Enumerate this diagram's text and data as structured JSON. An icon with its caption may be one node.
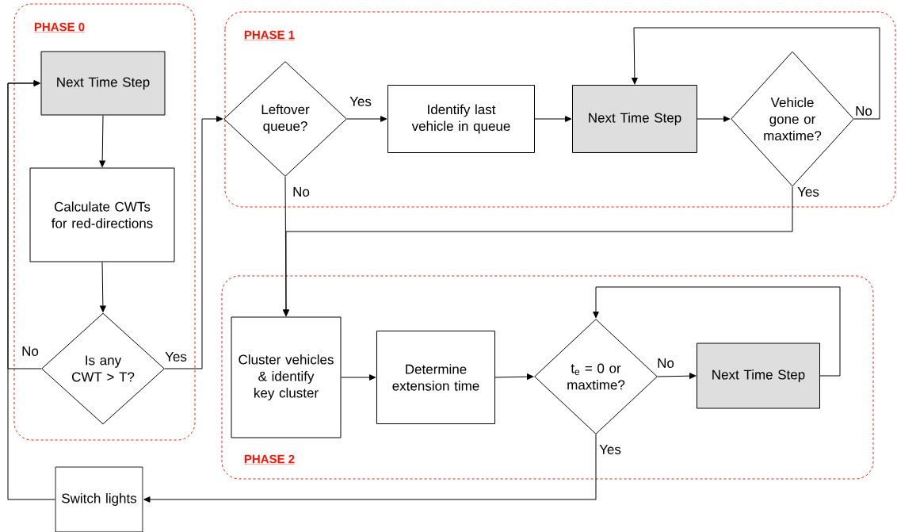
{
  "diagram": {
    "nodes": [
      {
        "text": [
          "PHASE 0"
        ]
      },
      {
        "text": [
          "Next Time Step"
        ],
        "in": 0
      },
      {
        "text": [
          "Calculate CWTs for red-directions"
        ],
        "in": 0
      },
      {
        "text": [
          "Is any CWT > T?"
        ],
        "in": 0
      },
      {
        "text": [
          "PHASE 1"
        ]
      },
      {
        "text": [
          "Leftover queue?"
        ],
        "in": 4
      },
      {
        "text": [
          "Identify last vehicle in queue"
        ],
        "in": 4
      },
      {
        "text": [
          "Next Time Step"
        ],
        "in": 4
      },
      {
        "text": [
          "Vehicle gone or maxtime?"
        ],
        "in": 4
      },
      {
        "text": [
          "PHASE 2"
        ]
      },
      {
        "text": [
          "Cluster vehicles & identify key cluster"
        ],
        "in": 9
      },
      {
        "text": [
          "Determine extension time"
        ],
        "in": 9
      },
      {
        "text": [
          "t$_{e}$ = 0 or maxtime?"
        ],
        "in": 9
      },
      {
        "text": [
          "Next Time Step"
        ],
        "in": 9
      },
      {
        "text": [
          "Switch lights"
        ]
      }
    ],
    "edges": [
      {
        "from": 1,
        "to": 2,
        "arrow": "to"
      },
      {
        "from": 2,
        "to": 3,
        "arrow": "to"
      },
      {
        "from": 3,
        "to": 5,
        "arrow": "to",
        "label": "Yes"
      },
      {
        "from": 3,
        "to": 1,
        "arrow": "to",
        "label": "No"
      },
      {
        "from": 5,
        "to": 6,
        "arrow": "to",
        "label": "Yes"
      },
      {
        "from": 6,
        "to": 7,
        "arrow": "to"
      },
      {
        "from": 7,
        "to": 8,
        "arrow": "to"
      },
      {
        "from": 8,
        "to": 7,
        "arrow": "to",
        "label": "No"
      },
      {
        "from": 5,
        "to": 10,
        "arrow": "to",
        "label": "No"
      },
      {
        "from": 8,
        "to": 10,
        "arrow": "to",
        "label": "Yes"
      },
      {
        "from": 10,
        "to": 11,
        "arrow": "to"
      },
      {
        "from": 11,
        "to": 12,
        "arrow": "to"
      },
      {
        "from": 12,
        "to": 13,
        "arrow": "to",
        "label": "No"
      },
      {
        "from": 13,
        "to": 12,
        "arrow": "to"
      },
      {
        "from": 12,
        "to": 14,
        "arrow": "to",
        "label": "Yes"
      },
      {
        "from": 14,
        "to": 1,
        "arrow": "to"
      }
    ]
  }
}
